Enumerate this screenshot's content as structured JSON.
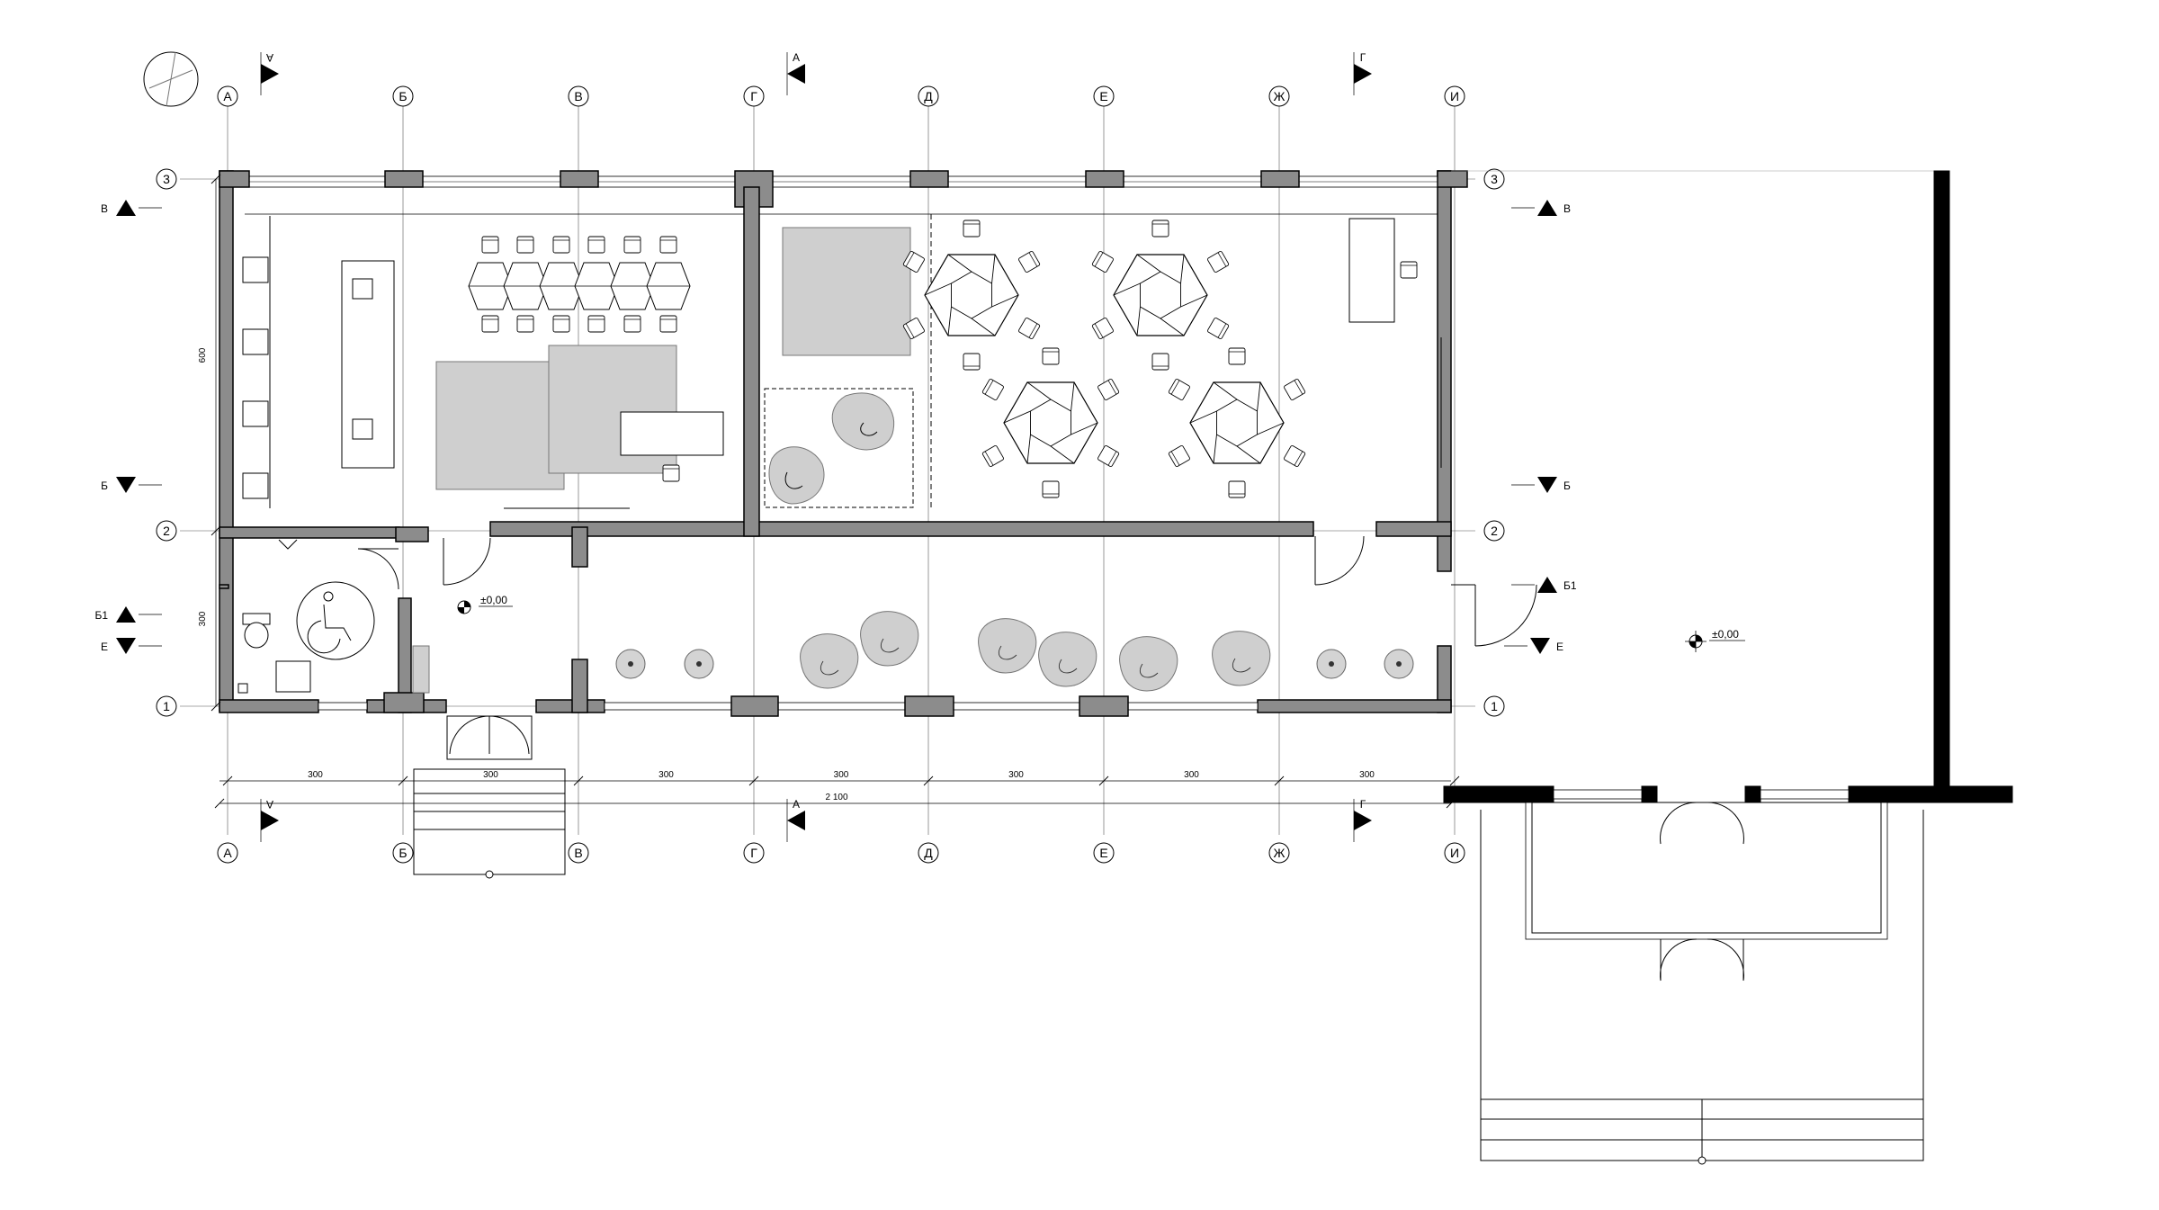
{
  "axes": {
    "columns": [
      "А",
      "Б",
      "В",
      "Г",
      "Д",
      "Е",
      "Ж",
      "И"
    ],
    "rows": [
      "1",
      "2",
      "3"
    ]
  },
  "sections": {
    "a_top": "А",
    "a_bottom": "А",
    "a2_top": "А",
    "a2_bottom": "А",
    "g_top": "Г",
    "g_bottom": "Г",
    "v_left": "В",
    "v_right": "В",
    "b_left": "Б",
    "b_right": "Б",
    "b1_left": "Б1",
    "b1_right": "Б1",
    "e_left": "Е",
    "e_right": "Е"
  },
  "dimensions": {
    "spans": [
      "300",
      "300",
      "300",
      "300",
      "300",
      "300",
      "300"
    ],
    "total": "2 100",
    "vertical_upper": "600",
    "vertical_lower": "300"
  },
  "levels": {
    "vestibule": "±0,00",
    "terrace": "±0,00"
  },
  "colors": {
    "wall": "#8c8c8c",
    "furniture": "#cfcfcf",
    "line": "#000000"
  },
  "icons": {
    "north": "north-arrow-icon",
    "accessible": "wheelchair-icon"
  }
}
